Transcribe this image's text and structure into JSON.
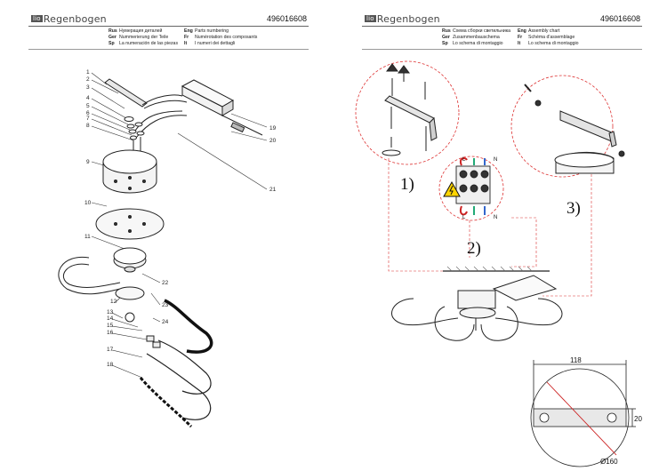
{
  "brand": {
    "small": "lio",
    "name": "Regenbogen"
  },
  "left_page": {
    "doc_number": "496016608",
    "languages": [
      {
        "code": "Rus",
        "text": "Нумерация деталей"
      },
      {
        "code": "Ger",
        "text": "Nummerierung der Teile"
      },
      {
        "code": "Sp",
        "text": "La numeración de las piezas"
      },
      {
        "code": "Eng",
        "text": "Parts numbering"
      },
      {
        "code": "Fr",
        "text": "Numérotation des composants"
      },
      {
        "code": "It",
        "text": "I numeri dei dettagli"
      }
    ],
    "callouts": [
      "1",
      "2",
      "3",
      "4",
      "5",
      "6",
      "7",
      "8",
      "9",
      "10",
      "11",
      "12",
      "13",
      "14",
      "15",
      "16",
      "17",
      "18",
      "19",
      "20",
      "21",
      "22",
      "23",
      "24"
    ]
  },
  "right_page": {
    "doc_number": "496016608",
    "languages": [
      {
        "code": "Rus",
        "text": "Схема сборки светильника"
      },
      {
        "code": "Ger",
        "text": "Zusammenbauschema"
      },
      {
        "code": "Sp",
        "text": "Lo schema di montaggio"
      },
      {
        "code": "Eng",
        "text": "Assembly chart"
      },
      {
        "code": "Fr",
        "text": "Schéma d'assemblage"
      },
      {
        "code": "It",
        "text": "Lo schema di montaggio"
      }
    ],
    "steps": [
      "1)",
      "2)",
      "3)"
    ],
    "terminal_labels": {
      "l": "L",
      "n": "N"
    },
    "dimensions": {
      "width": "118",
      "height": "20",
      "diameter": "Ø160"
    }
  }
}
